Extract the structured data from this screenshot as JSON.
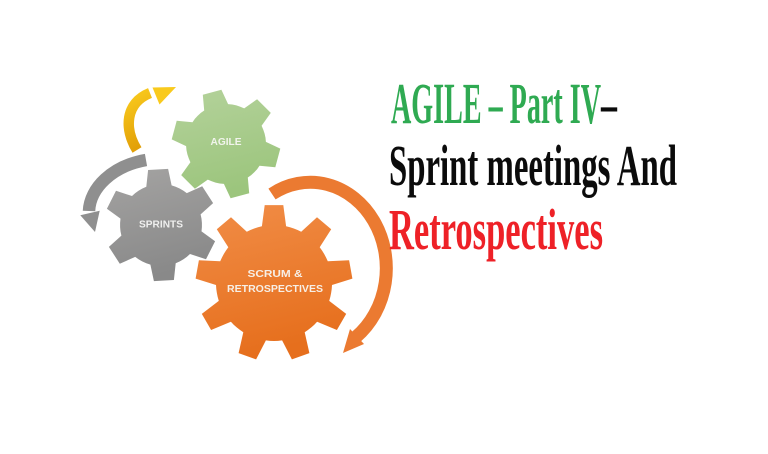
{
  "title": {
    "line1": "AGILE – Part IV",
    "line1_dash": "–",
    "line2": "Sprint meetings And",
    "line3": "Retrospectives",
    "line1_color": "#2faa52",
    "line2_color": "#0b0b0b",
    "line3_color": "#ee2127"
  },
  "diagram": {
    "gears": [
      {
        "label": "AGILE",
        "color_light": "#b4d29b",
        "color_dark": "#9cc57d",
        "label_color": "#f1f4ec"
      },
      {
        "label": "SPRINTS",
        "color_light": "#a4a3a2",
        "color_dark": "#898989",
        "label_color": "#efefee"
      },
      {
        "label_line1": "SCRUM &",
        "label_line2": "RETROSPECTIVES",
        "color_light": "#f18d47",
        "color_dark": "#e66f1d",
        "label_color": "#f7efe6"
      }
    ],
    "arrows": [
      {
        "name": "yellow-arrow",
        "color_light": "#f9ca1d",
        "color_dark": "#e2a008"
      },
      {
        "name": "gray-arrow",
        "color": "#8f8f8f"
      },
      {
        "name": "orange-arrow",
        "color": "#eb7a31"
      }
    ]
  }
}
